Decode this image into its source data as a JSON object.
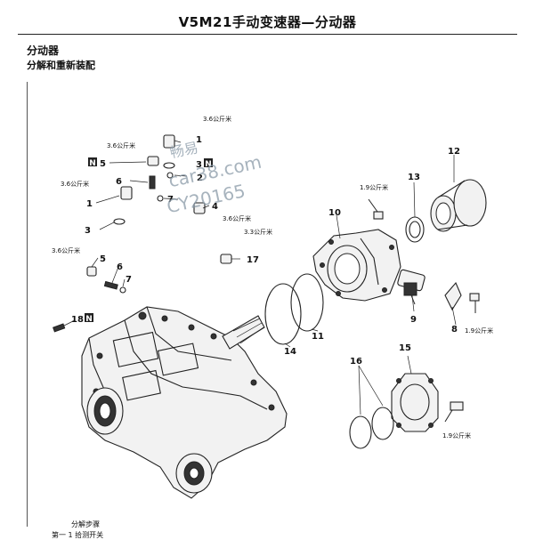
{
  "header": {
    "title": "V5M21手动变速器—分动器"
  },
  "section": {
    "title": "分动器",
    "subtitle": "分解和重新装配"
  },
  "torques": {
    "t36": "3.6公斤米",
    "t33": "3.3公斤米",
    "t19": "1.9公斤米"
  },
  "badge": "N",
  "callouts": {
    "c1": "1",
    "c2": "2",
    "c3": "3",
    "c4": "4",
    "c5": "5",
    "c6": "6",
    "c7": "7",
    "c8": "8",
    "c9": "9",
    "c10": "10",
    "c11": "11",
    "c12": "12",
    "c13": "13",
    "c14": "14",
    "c15": "15",
    "c16": "16",
    "c17": "17",
    "c18": "18"
  },
  "watermark": {
    "line1": "畅易",
    "line2": "car38.com",
    "line3": "CY20165"
  },
  "footer": {
    "steps_label": "分解步骤",
    "cut_line": "第一 1  拾测开关"
  },
  "colors": {
    "ink": "#111111",
    "watermark": "#8a9aa8",
    "badge_bg": "#222222"
  }
}
